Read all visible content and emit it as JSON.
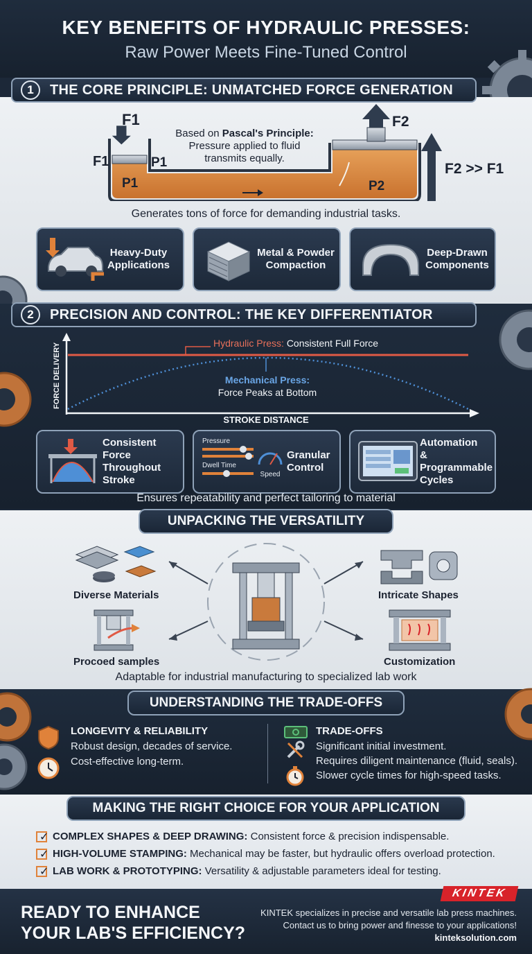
{
  "header": {
    "title": "KEY BENEFITS OF HYDRAULIC PRESSES:",
    "subtitle": "Raw Power Meets Fine-Tuned Control"
  },
  "section1": {
    "number": "1",
    "title": "THE CORE PRINCIPLE: UNMATCHED FORCE GENERATION",
    "diagram": {
      "f1_top": "F1",
      "f1_side": "F1",
      "p1_side": "P1",
      "p1_fluid": "P1",
      "p2_fluid": "P2",
      "f2": "F2",
      "f2_gt_f1": "F2 >> F1",
      "pascal_lead": "Based on ",
      "pascal_bold": "Pascal's Principle:",
      "pascal_body": "Pressure applied to fluid transmits equally."
    },
    "caption": "Generates tons of force for demanding industrial tasks.",
    "cards": [
      {
        "label": "Heavy-Duty Applications"
      },
      {
        "label": "Metal & Powder Compaction"
      },
      {
        "label": "Deep-Drawn Components"
      }
    ]
  },
  "section2": {
    "number": "2",
    "title": "PRECISION AND CONTROL: THE KEY DIFFERENTIATOR",
    "chart": {
      "ylabel": "FORCE DELIVERY",
      "xlabel": "STROKE DISTANCE",
      "hydraulic_name": "Hydraulic Press:",
      "hydraulic_desc": "Consistent Full Force",
      "mechanical_name": "Mechanical Press:",
      "mechanical_desc": "Force Peaks at Bottom"
    },
    "cards": [
      {
        "label": "Consistent Force Throughout Stroke"
      },
      {
        "label": "Granular Control",
        "controls": [
          "Pressure",
          "Dwell Time",
          "Speed"
        ]
      },
      {
        "label": "Automation & Programmable Cycles"
      }
    ],
    "caption": "Ensures repeatability and perfect tailoring to material"
  },
  "section3": {
    "title": "UNPACKING THE VERSATILITY",
    "items": [
      "Diverse Materials",
      "Intricate Shapes",
      "Procoed samples",
      "Customization"
    ],
    "caption": "Adaptable for industrial manufacturing to specialized lab work"
  },
  "section4": {
    "title": "UNDERSTANDING THE TRADE-OFFS",
    "left_heading": "LONGEVITY & RELIABILITY",
    "left_items": [
      "Robust design, decades of service.",
      "Cost-effective long-term."
    ],
    "right_heading": "TRADE-OFFS",
    "right_items": [
      "Significant initial investment.",
      "Requires diligent maintenance (fluid, seals).",
      "Slower cycle times for high-speed tasks."
    ]
  },
  "section5": {
    "title": "MAKING THE RIGHT CHOICE FOR YOUR APPLICATION",
    "items": [
      {
        "bold": "COMPLEX SHAPES & DEEP DRAWING:",
        "text": " Consistent force & precision indispensable."
      },
      {
        "bold": "HIGH-VOLUME STAMPING:",
        "text": " Mechanical may be faster, but hydraulic offers overload protection."
      },
      {
        "bold": "LAB WORK & PROTOTYPING:",
        "text": " Versatility & adjustable parameters ideal for testing."
      }
    ]
  },
  "footer": {
    "cta_line1": "READY TO ENHANCE",
    "cta_line2": "YOUR LAB'S EFFICIENCY?",
    "brand": "KINTEK",
    "line1": "KINTEK specializes in precise and versatile lab press machines.",
    "line2": "Contact us to bring power and finesse to your applications!",
    "url": "kinteksolution.com"
  },
  "colors": {
    "accent_orange": "#e0823a",
    "hydraulic_red": "#e05a45",
    "mechanical_blue": "#4e8fd6",
    "brand_red": "#d8232a",
    "navy": "#1c2838"
  }
}
